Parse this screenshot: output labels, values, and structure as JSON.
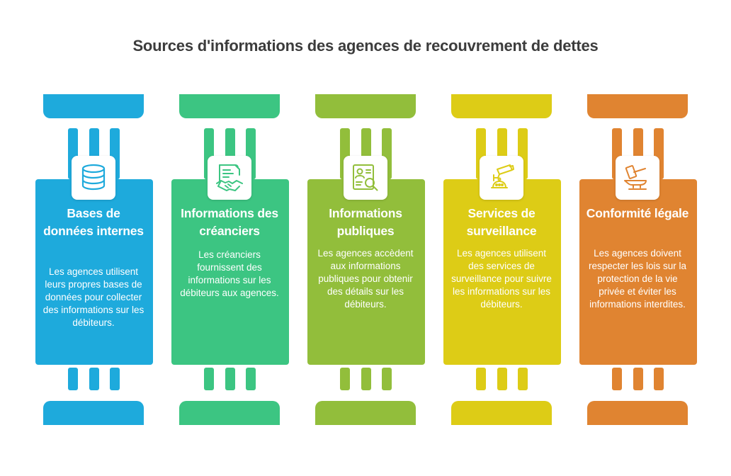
{
  "title": "Sources d'informations des agences de recouvrement de dettes",
  "pillars": [
    {
      "title": "Bases de données internes",
      "description": "Les agences utilisent leurs propres bases de données pour collecter des informations sur les débiteurs.",
      "color": "#1eaadc",
      "icon": "database-icon"
    },
    {
      "title": "Informations des créanciers",
      "description": "Les créanciers fournissent des informations sur les débiteurs aux agences.",
      "color": "#3cc582",
      "icon": "handshake-document-icon"
    },
    {
      "title": "Informations publiques",
      "description": "Les agences accèdent aux informations publiques pour obtenir des détails sur les débiteurs.",
      "color": "#92be3b",
      "icon": "profile-search-icon"
    },
    {
      "title": "Services de surveillance",
      "description": "Les agences utilisent des services de surveillance pour suivre les informations sur les débiteurs.",
      "color": "#ddcc16",
      "icon": "surveillance-camera-icon"
    },
    {
      "title": "Conformité légale",
      "description": "Les agences doivent respecter les lois sur la protection de la vie privée et éviter les informations interdites.",
      "color": "#e08431",
      "icon": "gavel-anvil-icon"
    }
  ]
}
